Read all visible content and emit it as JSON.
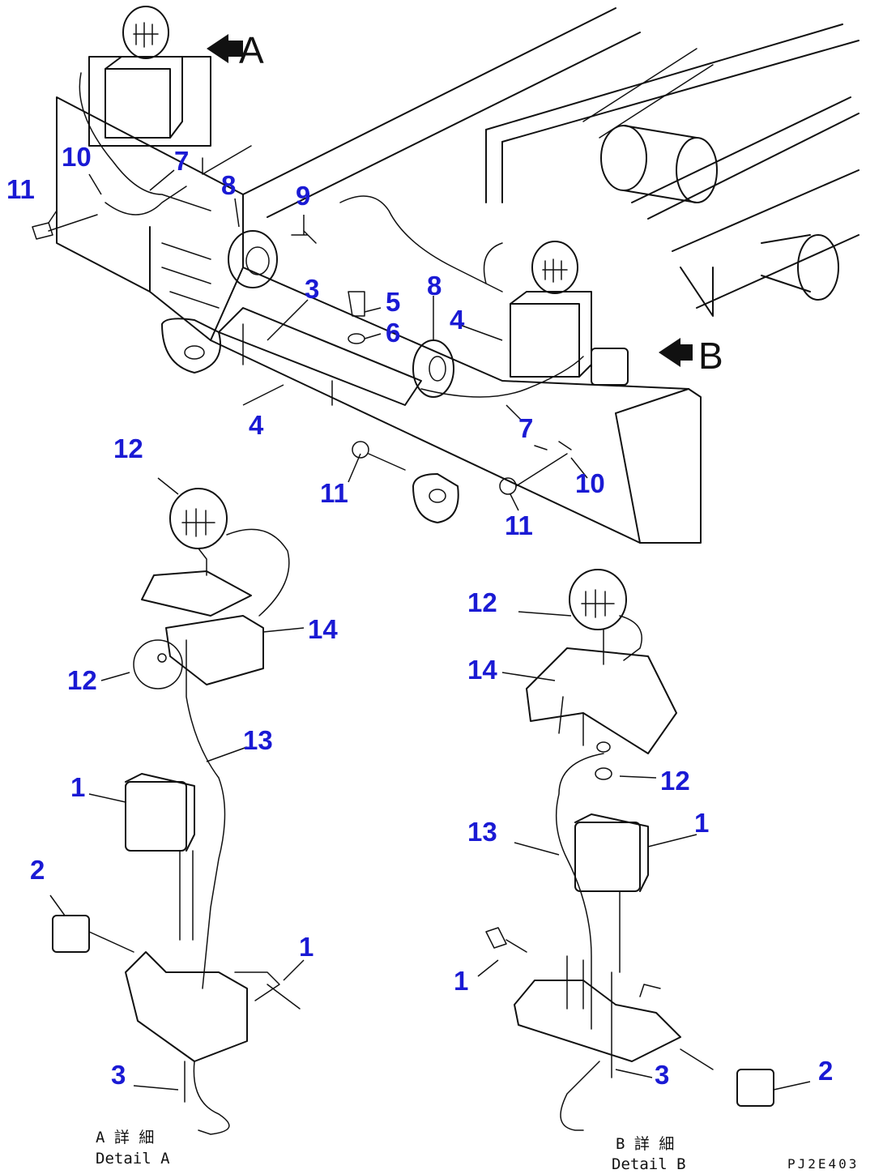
{
  "figure_code": "PJ2E403",
  "views": {
    "a": {
      "marker": "A",
      "caption_jp": "A 詳 細",
      "caption_en": "Detail A"
    },
    "b": {
      "marker": "B",
      "caption_jp": "B 詳 細",
      "caption_en": "Detail B"
    }
  },
  "callouts": {
    "main": [
      "11",
      "10",
      "7",
      "8",
      "9",
      "3",
      "5",
      "6",
      "8",
      "4",
      "4",
      "7",
      "11",
      "10",
      "11"
    ],
    "detail_a": [
      "12",
      "14",
      "12",
      "13",
      "1",
      "2",
      "1",
      "3"
    ],
    "detail_b": [
      "12",
      "14",
      "12",
      "13",
      "1",
      "1",
      "2",
      "3"
    ]
  },
  "colors": {
    "callout": "#1a1ad4",
    "line": "#111111",
    "background": "#ffffff"
  }
}
